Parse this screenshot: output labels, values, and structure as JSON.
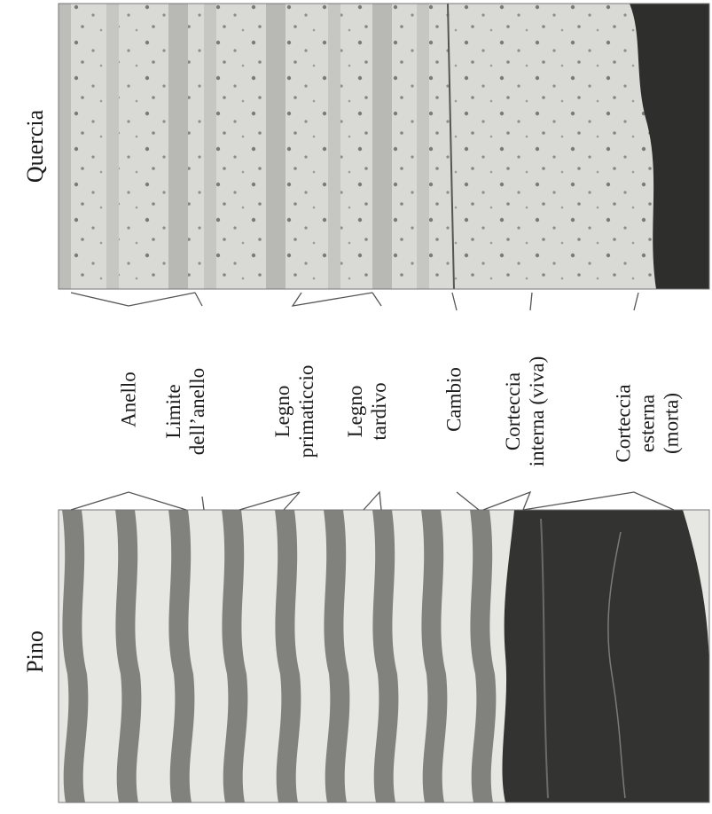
{
  "species": {
    "oak": "Quercia",
    "pine": "Pino"
  },
  "labels": [
    {
      "id": "anello",
      "lines": [
        "Anello"
      ]
    },
    {
      "id": "limite",
      "lines": [
        "Limite",
        "dell’anello"
      ]
    },
    {
      "id": "primaticcio",
      "lines": [
        "Legno",
        "primaticcio"
      ]
    },
    {
      "id": "tardivo",
      "lines": [
        "Legno",
        "tardivo"
      ]
    },
    {
      "id": "cambio",
      "lines": [
        "Cambio"
      ]
    },
    {
      "id": "interna",
      "lines": [
        "Corteccia",
        "interna (viva)"
      ]
    },
    {
      "id": "esterna",
      "lines": [
        "Corteccia",
        "esterna",
        "(morta)"
      ]
    }
  ]
}
